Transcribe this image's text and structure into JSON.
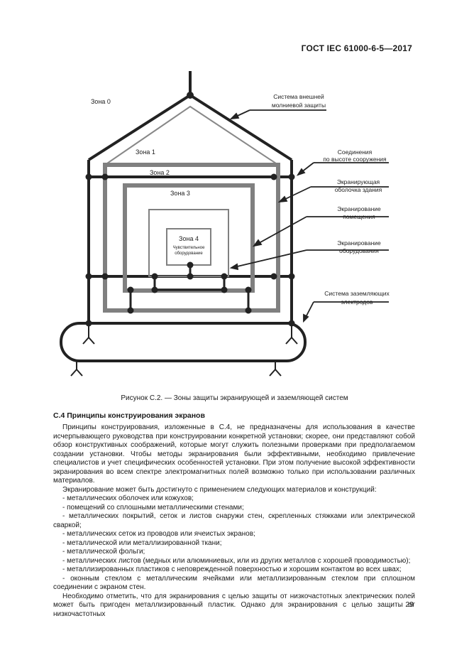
{
  "header": {
    "standard": "ГОСТ IEC 61000-6-5—2017"
  },
  "figure": {
    "labels": {
      "zone0": "Зона 0",
      "zone1": "Зона 1",
      "zone2": "Зона 2",
      "zone3": "Зона 3",
      "zone4": "Зона 4",
      "sensitive_1": "Чувствительное",
      "sensitive_2": "оборудование",
      "lightning_1": "Система внешней",
      "lightning_2": "молниевой защиты",
      "connections_1": "Соединения",
      "connections_2": "по высоте сооружения",
      "building_shield_1": "Экранирующая",
      "building_shield_2": "оболочка здания",
      "room_shield_1": "Экранирование",
      "room_shield_2": "помещения",
      "equipment_shield_1": "Экранирование",
      "equipment_shield_2": "оборудования",
      "grounding_1": "Система заземляющих",
      "grounding_2": "электродов"
    },
    "caption": "Рисунок С.2. — Зоны защиты экранирующей и заземляющей систем"
  },
  "section": {
    "title": "С.4 Принципы конструирования экранов"
  },
  "paragraphs": [
    "Принципы конструирования, изложенные в С.4, не предназначены для использования в качестве исчерпывающего руководства при конструировании конкретной установки; скорее, они представляют собой обзор конструктивных соображений, которые могут служить полезными проверками при предполагаемом создании установки. Чтобы методы экранирования были эффективными, необходимо привлечение специалистов и учет специфических особенностей установки. При этом получение высокой эффективности экранирования во всем спектре электромагнитных полей возможно только при использовании различных материалов.",
    "Экранирование может быть достигнуто с применением следующих материалов и конструкций:"
  ],
  "list_items": [
    "- металлических оболочек или кожухов;",
    "- помещений со сплошными металлическими стенами;",
    "- металлических покрытий, сеток и листов снаружи стен, скрепленных стяжками или электрической сваркой;",
    "- металлических сеток из проводов или ячеистых экранов;",
    "- металлической или металлизированной ткани;",
    "- металлической фольги;",
    "- металлических листов (медных или алюминиевых, или из других металлов с хорошей проводимостью);",
    "- металлизированных пластиков с неповрежденной поверхностью и хорошим контактом во всех швах;",
    "- оконным стеклом с металлическим ячейками или металлизированным стеклом при сплошном соединении с экраном стен."
  ],
  "closing_paragraph": "Необходимо отметить, что для экранирования с целью защиты от низкочастотных электрических полей может быть пригоден металлизированный пластик. Однако для экранирования с целью защиты от низкочастотных",
  "page_number": "29"
}
